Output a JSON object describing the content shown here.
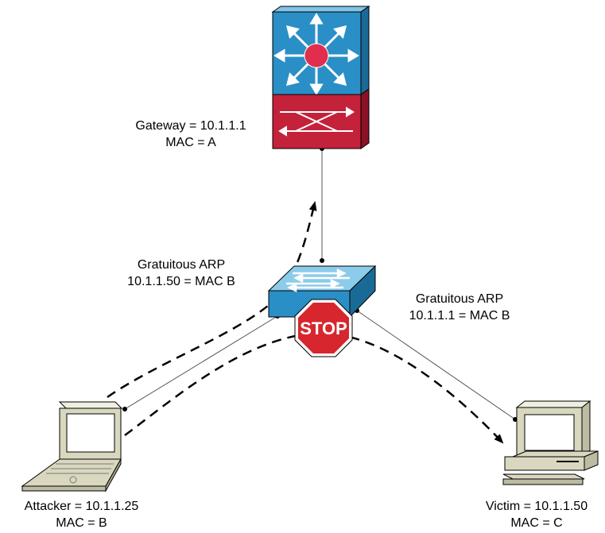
{
  "gateway": {
    "line1": "Gateway = 10.1.1.1",
    "line2": "MAC = A"
  },
  "arp_to_gateway": {
    "line1": "Gratuitous ARP",
    "line2": "10.1.1.50 = MAC B"
  },
  "arp_to_victim": {
    "line1": "Gratuitous ARP",
    "line2": "10.1.1.1 = MAC B"
  },
  "stop_sign": {
    "text": "STOP",
    "color": "#d7262e"
  },
  "attacker": {
    "line1": "Attacker = 10.1.1.25",
    "line2": "MAC = B"
  },
  "victim": {
    "line1": "Victim = 10.1.1.50",
    "line2": "MAC = C"
  },
  "colors": {
    "router_blue": "#2a8fc6",
    "switch_red": "#c4213a",
    "device_beige": "#d9d8bf"
  },
  "icons": [
    "layer3-switch-icon",
    "workgroup-switch-icon",
    "stop-sign-icon",
    "laptop-icon",
    "workstation-icon"
  ]
}
